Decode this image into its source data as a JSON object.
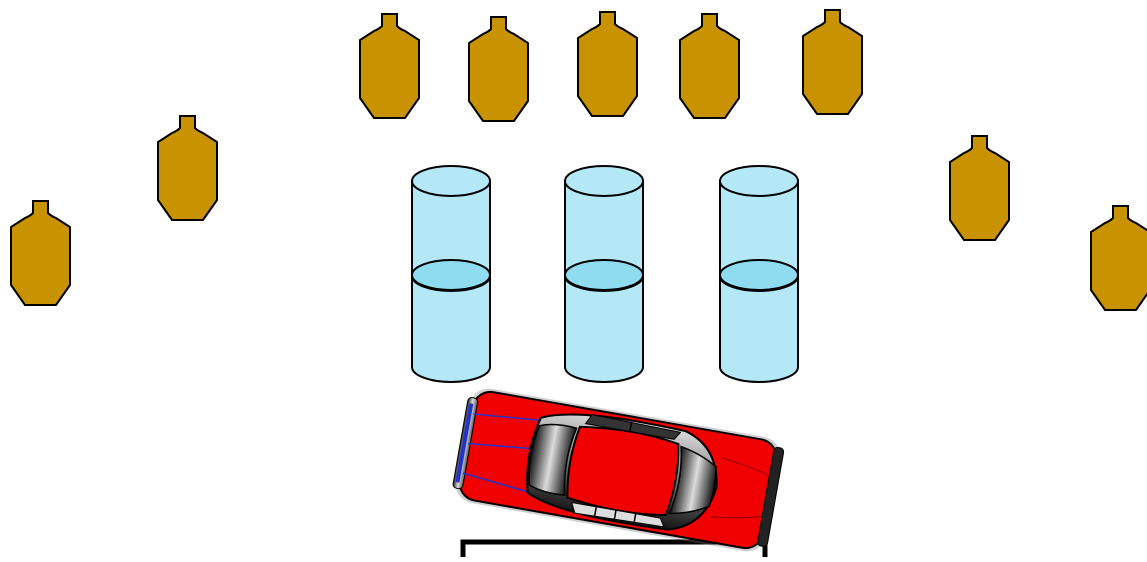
{
  "scene": {
    "background_color": "#ffffff",
    "target_color": "#c89200",
    "barrel_color": "#b4e8f7",
    "barrel_band_color": "#8fdcf0",
    "car_body_color": "#f00000",
    "car_glass_color": "#3a3a3a",
    "outline_color": "#000000",
    "icons": {
      "target": "silhouette-target-icon",
      "barrel": "barrel-icon",
      "car": "car-top-view-icon",
      "box": "shooting-box-outline"
    },
    "target_count": 9,
    "barrel_count": 3
  }
}
